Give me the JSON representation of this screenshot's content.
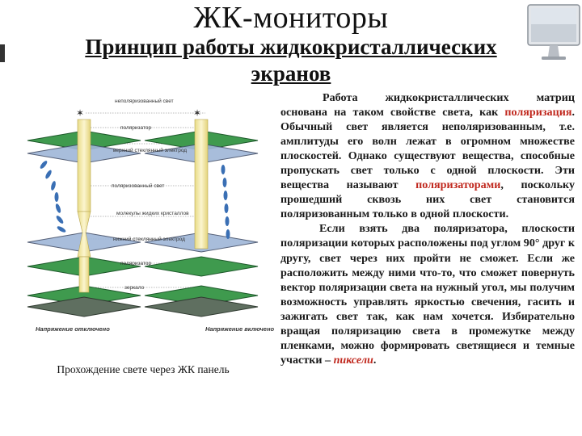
{
  "header": {
    "title": "ЖК-мониторы",
    "subtitle_line1": "Принцип работы жидкокристаллических",
    "subtitle_line2": "экранов"
  },
  "figure": {
    "caption": "Прохождение свете через ЖК  панель",
    "labels": {
      "unpolarized": "неполяризованный свет",
      "polarizer_top": "поляризатор",
      "upper_electrode": "верхний стеклянный электрод",
      "polarized_light": "поляризованный свет",
      "molecules": "молекулы жидких кристаллов",
      "lower_electrode": "нижний стеклянный электрод",
      "polarizer_bottom": "поляризатор",
      "mirror": "зеркало",
      "voltage_off": "Напряжение отключено",
      "voltage_on": "Напряжение включено"
    },
    "colors": {
      "plate_green": "#3f9a4e",
      "plate_blue": "#9fb6d8",
      "beam_yellow": "#f2eab0",
      "molecule_blue": "#3a6fb4"
    }
  },
  "body_text": {
    "p1_a": "Работа жидкокристаллических матриц основана на таком свойстве света, как ",
    "p1_red1": "поляризация",
    "p1_b": ". Обычный свет является неполяризованным, т.е. амплитуды его волн лежат в огромном множестве плоскостей. Однако существуют вещества, способные пропускать свет только с одной плоскости. Эти вещества называют ",
    "p1_red2": "поляризаторами",
    "p1_c": ", поскольку прошедший сквозь них свет становится поляризованным только в одной плоскости.",
    "p2_a": "Если взять два поляризатора, плоскости поляризации которых расположены под углом 90° друг к другу, свет через них пройти не сможет. Если же расположить между ними что-то, что сможет повернуть вектор поляризации света на нужный угол, мы получим возможность управлять яркостью свечения, гасить и зажигать свет так, как нам хочется. Избирательно вращая поляризацию света в промежутке между пленками, можно формировать светящиеся и темные участки – ",
    "p2_red": "пиксели",
    "p2_end": "."
  }
}
